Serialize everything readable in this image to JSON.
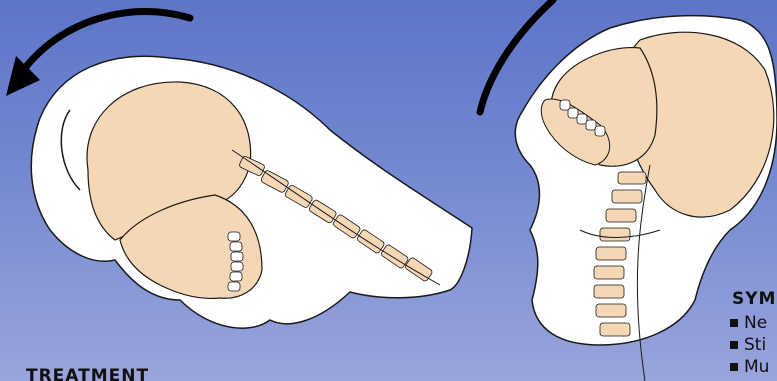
{
  "colors": {
    "background_top": "#5e75c8",
    "background_bottom": "#9aa4dc",
    "skin": "#ffffff",
    "bone": "#f6d7b5",
    "outline": "#1a1a1a",
    "arrow": "#000000"
  },
  "left_figure": {
    "description_icon": "head-flexion-forward",
    "arrow_icon": "curved-arrow-counterclockwise"
  },
  "right_figure": {
    "description_icon": "head-extension-backward",
    "arrow_icon": "curved-arrow-arc"
  },
  "treatment": {
    "heading": "TREATMENT"
  },
  "symptoms": {
    "heading": "SYMPTOMS",
    "items": [
      "Ne",
      "Sti",
      "Mu"
    ]
  }
}
